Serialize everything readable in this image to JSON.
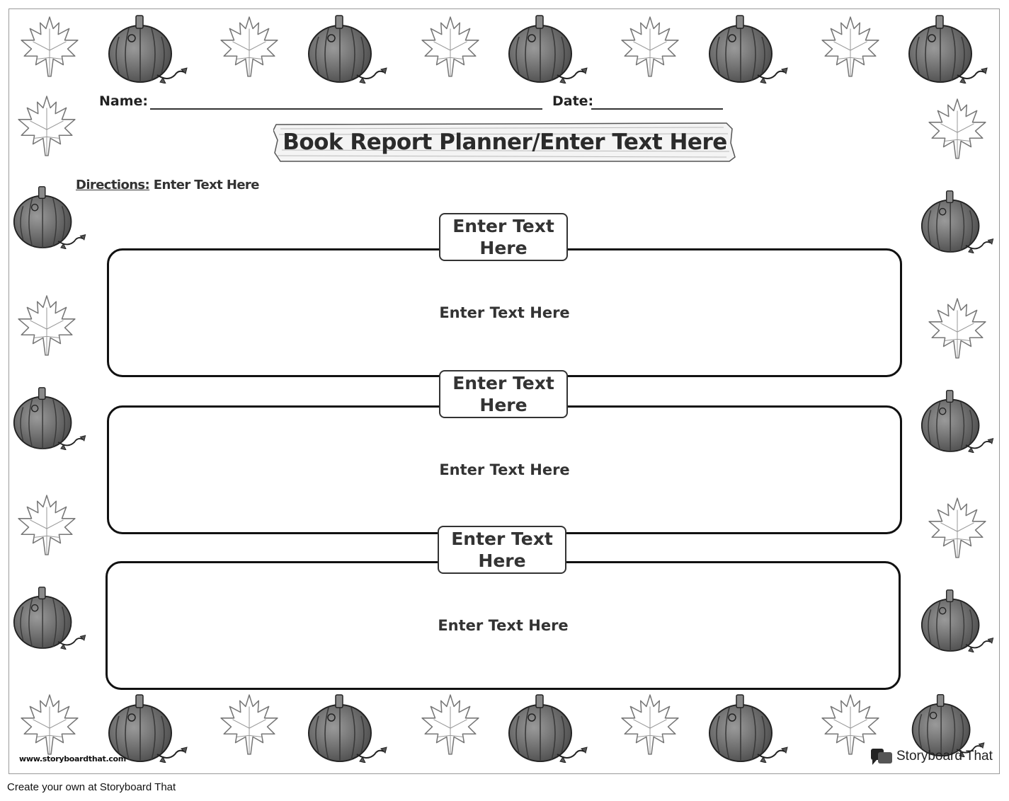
{
  "worksheet": {
    "name_label": "Name:",
    "date_label": "Date:",
    "title": "Book Report Planner/Enter Text Here",
    "directions_label": "Directions:",
    "directions_text": " Enter Text Here",
    "sections": [
      {
        "label": "Enter Text Here",
        "body": "Enter Text Here"
      },
      {
        "label": "Enter Text Here",
        "body": "Enter Text Here"
      },
      {
        "label": "Enter Text Here",
        "body": "Enter Text Here"
      }
    ]
  },
  "footer": {
    "website": "www.storyboardthat.com",
    "brand": "Storyboard That",
    "caption": "Create your own at Storyboard That"
  },
  "decor": {
    "border_icons": [
      "maple-leaf-icon",
      "pumpkin-icon"
    ]
  }
}
